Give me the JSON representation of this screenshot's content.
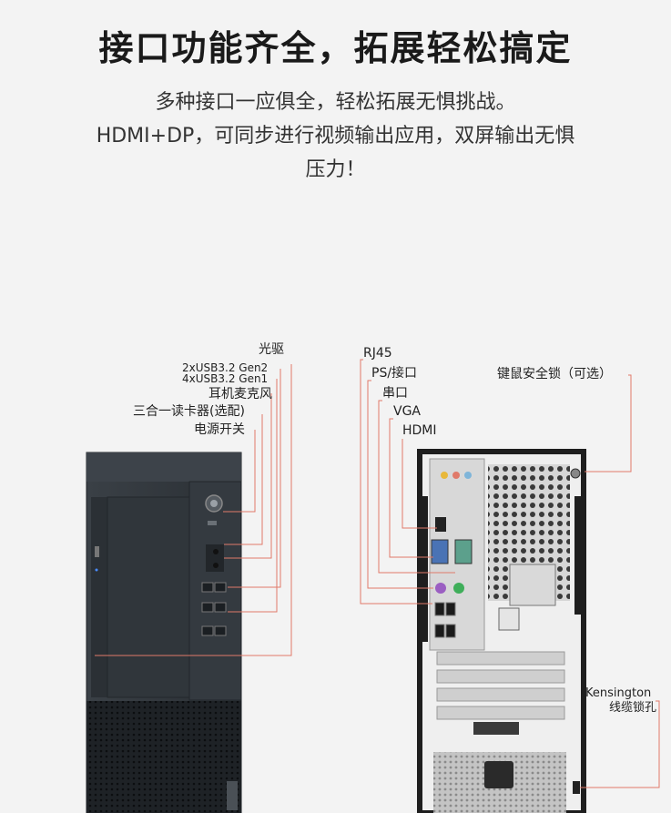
{
  "header": {
    "title": "接口功能齐全，拓展轻松搞定",
    "line1": "多种接口一应俱全，轻松拓展无惧挑战。",
    "line2": "HDMI+DP，可同步进行视频输出应用，双屏输出无惧",
    "line3": "压力！"
  },
  "front_labels": {
    "optical_drive": "光驱",
    "usb_gen2": "2xUSB3.2 Gen2",
    "usb_gen1": "4xUSB3.2 Gen1",
    "headset_mic": "耳机麦克风",
    "card_reader": "三合一读卡器(选配)",
    "power_switch": "电源开关"
  },
  "rear_labels": {
    "rj45": "RJ45",
    "ps2": "PS/接口",
    "serial": "串口",
    "vga": "VGA",
    "hdmi": "HDMI",
    "lock": "键鼠安全锁（可选）",
    "kensington": "Kensington",
    "kensington_lock": "线缆锁孔"
  },
  "colors": {
    "leader_line": "#e07a6a",
    "case_front": "#2e3338",
    "case_rear": "#c9c9c9"
  }
}
